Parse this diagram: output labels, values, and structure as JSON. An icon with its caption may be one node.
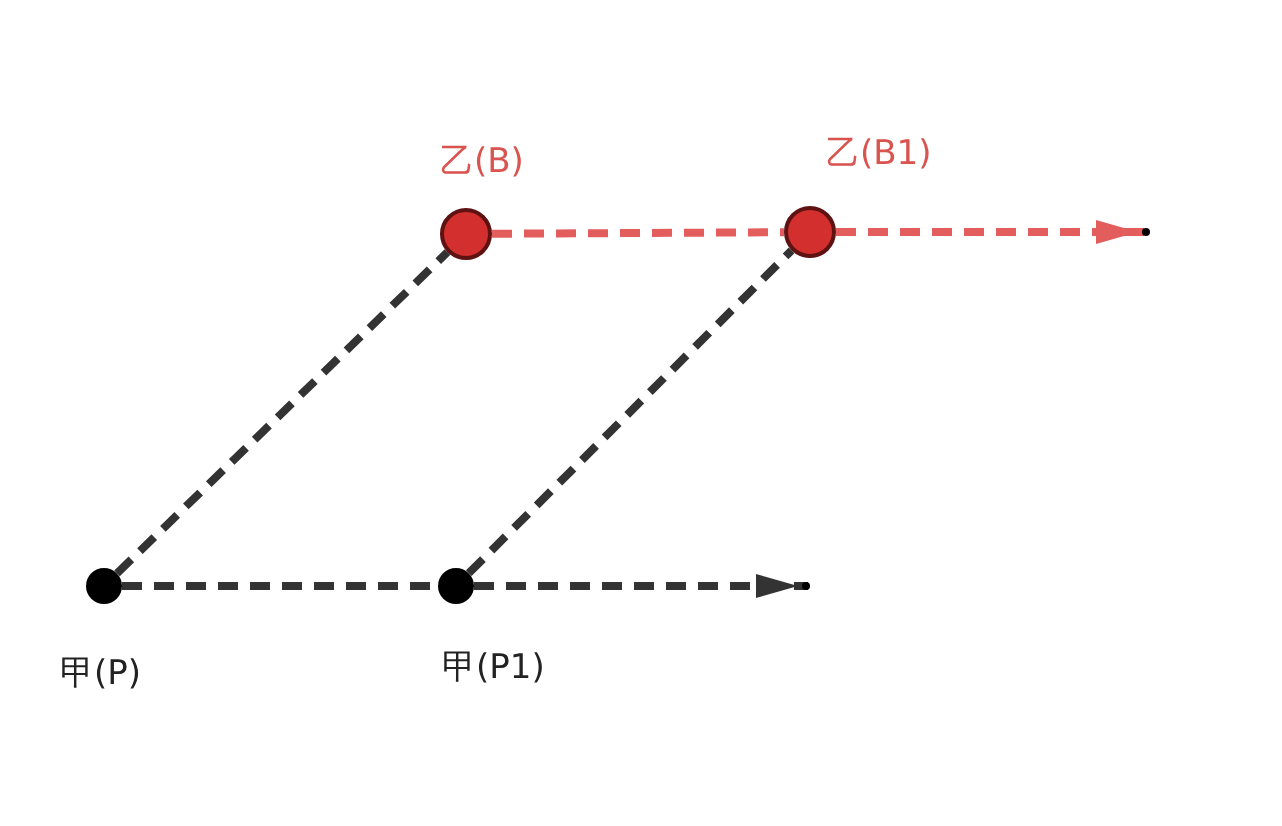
{
  "diagram": {
    "nodes": [
      {
        "text": [],
        "shape": "circle",
        "beside": [
          "乙(B)"
        ]
      },
      {
        "text": [],
        "shape": "circle",
        "beside": [
          "乙(B1)"
        ]
      },
      {
        "text": [],
        "shape": "circle",
        "beside": [
          "甲(P)"
        ]
      },
      {
        "text": [],
        "shape": "circle",
        "beside": [
          "甲(P1)"
        ]
      }
    ],
    "edges": [
      {
        "from": 2,
        "to": 0,
        "arrow": "none",
        "style": "dashed"
      },
      {
        "from": 3,
        "to": 1,
        "arrow": "none",
        "style": "dashed"
      },
      {
        "from": 2,
        "to": 3,
        "arrow": "none",
        "style": "dashed"
      },
      {
        "from": 3,
        "to": null,
        "arrow": "to",
        "style": "dashed"
      },
      {
        "from": 0,
        "to": 1,
        "arrow": "none",
        "style": "dashed",
        "color": "#e35d5d"
      },
      {
        "from": 1,
        "to": null,
        "arrow": "to",
        "style": "dashed",
        "color": "#e35d5d"
      }
    ]
  }
}
